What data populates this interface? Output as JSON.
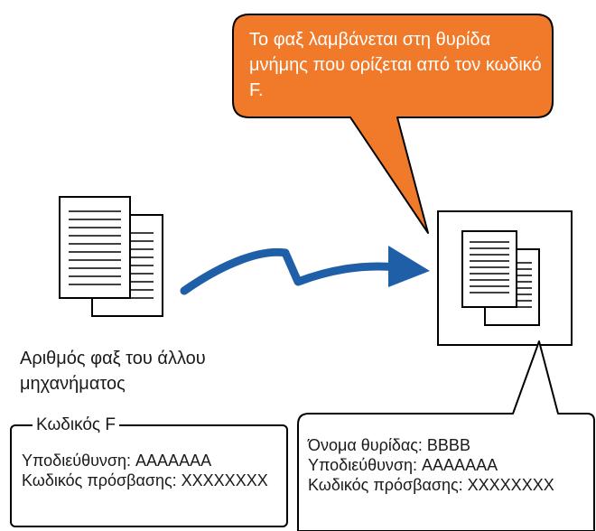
{
  "callout": {
    "text": "Το φαξ λαμβάνεται στη θυρίδα μνήμης που ορίζεται από τον κωδικό F."
  },
  "sender": {
    "label": "Αριθμός φαξ του άλλου μηχανήματος"
  },
  "code_box": {
    "title": "Κωδικός F",
    "line1": "Υποδιεύθυνση: AAAAAAA",
    "line2": "Κωδικός πρόσβασης: XXXXXXXX"
  },
  "mailbox_box": {
    "line1": "Όνομα θυρίδας: BBBB",
    "line2": "Υποδιεύθυνση: AAAAAAA",
    "line3": "Κωδικός πρόσβασης: XXXXXXXX"
  },
  "colors": {
    "callout_fill": "#f07a2a",
    "arrow": "#1f5fa8",
    "stroke": "#000000"
  }
}
